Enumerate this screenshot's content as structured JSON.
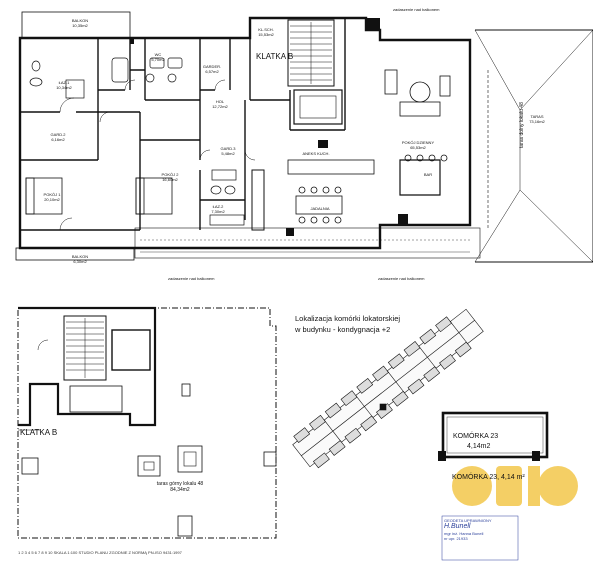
{
  "rooms": {
    "balkon_top": {
      "name": "BALKON",
      "area": "10,35m2"
    },
    "laz1": {
      "name": "ŁAZ.1",
      "area": "10,34m2"
    },
    "wc": {
      "name": "WC",
      "area": "5,70m2"
    },
    "kl_sch": {
      "name": "KL.SCH.",
      "area": "15,53m2"
    },
    "garderoba": {
      "name": "GARDER.",
      "area": "6,57m2"
    },
    "hol": {
      "name": "HOL",
      "area": "12,72m2"
    },
    "gard2": {
      "name": "GARD.2",
      "area": "6,16m2"
    },
    "gard3": {
      "name": "GARD.3",
      "area": "5,48m2"
    },
    "pokoj1": {
      "name": "POKÓJ 1",
      "area": "20,10m2"
    },
    "pokoj2": {
      "name": "POKÓJ 2",
      "area": "16,60m2"
    },
    "laz2": {
      "name": "ŁAZ.2",
      "area": "7,30m2"
    },
    "aneks": {
      "name": "ANEKS KUCH."
    },
    "jadalnia": {
      "name": "JADALNIA"
    },
    "pokoj_dzienny": {
      "name": "POKÓJ DZIENNY",
      "area": "65,53m2"
    },
    "taras": {
      "name": "TARAS",
      "area": "73,16m2"
    },
    "balkon_bottom": {
      "name": "BALKON",
      "area": "6,30m2"
    },
    "bar": {
      "name": "BAR"
    }
  },
  "labels": {
    "klatka_top": "KLATKA B",
    "klatka_bottom": "KLATKA B",
    "zadaszenie_top": "zadaszenie nad balkonem",
    "zadaszenie_bottom_left": "zadaszenie nad balkonem",
    "zadaszenie_bottom_right": "zadaszenie nad balkonem",
    "taras_dolny": "taras dolny lokalu 48",
    "taras_gorny_name": "taras górny lokalu 48",
    "taras_gorny_area": "84,34m2"
  },
  "note": {
    "line1": "Lokalizacja  komórki  lokatorskiej",
    "line2": "w budynku - kondygnacja +2"
  },
  "komorka": {
    "title": "KOMÓRKA 23",
    "area": "4,14m2",
    "caption": "KOMÓRKA 23, 4,14 m²"
  },
  "stamp": {
    "line1": "GEODETA UPRAWNIONY",
    "line2": "H.Bunell",
    "line3": "mgr inż. Hanna Bunell",
    "line4": "nr upr. 21933"
  },
  "footer": "1 2 3 4 5 6 7 8 9 10   SKALA 1:100   STUDIO PLANU ZGODNIE Z NORMĄ PN-ISO 9431:1997",
  "colors": {
    "line": "#111111",
    "watermark": "#f2c23a",
    "stamp": "#2a3f9a"
  }
}
